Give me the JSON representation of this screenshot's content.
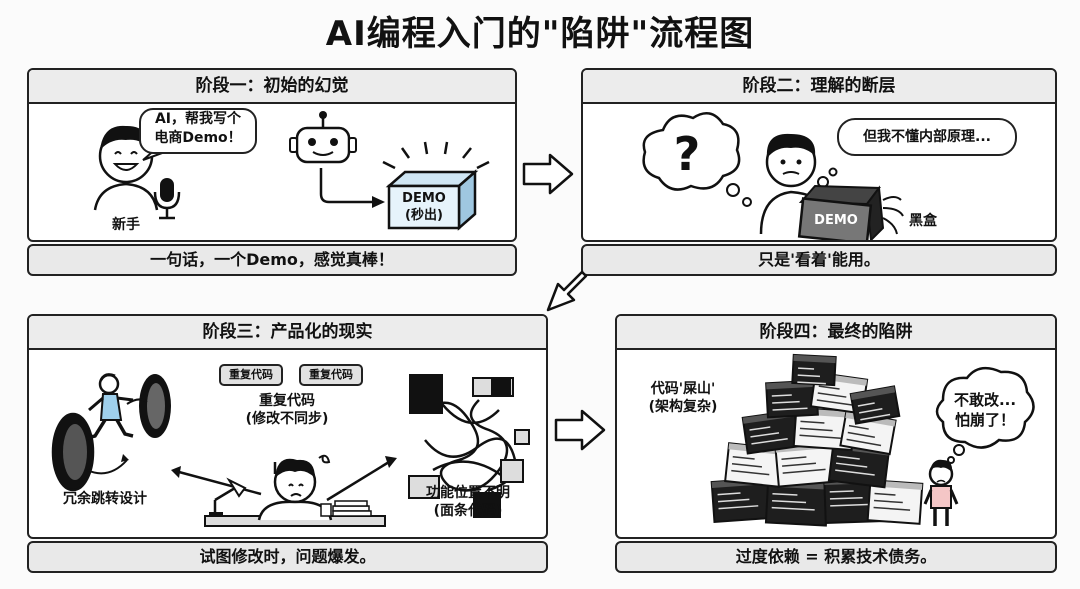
{
  "title": "AI编程入门的\"陷阱\"流程图",
  "stages": [
    {
      "header": "阶段一：初始的幻觉",
      "caption": "一句话，一个Demo，感觉真棒！",
      "bubble": [
        "AI，帮我写个",
        "电商Demo！"
      ],
      "user_label": "新手",
      "box_label": [
        "DEMO",
        "(秒出)"
      ]
    },
    {
      "header": "阶段二：理解的断层",
      "caption": "只是'看着'能用。",
      "thought": "但我不懂内部原理...",
      "box_label": "DEMO",
      "blackbox_label": "黑盒",
      "question_mark": "?"
    },
    {
      "header": "阶段三：产品化的现实",
      "caption": "试图修改时，问题爆发。",
      "chips": [
        "重复代码",
        "重复代码"
      ],
      "dup_label": [
        "重复代码",
        "(修改不同步)"
      ],
      "left_label": "冗余跳转设计",
      "right_label": [
        "功能位置不明",
        "(面条代码)"
      ]
    },
    {
      "header": "阶段四：最终的陷阱",
      "caption": "过度依赖 = 积累技术债务。",
      "pile_label": [
        "代码'屎山'",
        "(架构复杂)"
      ],
      "thought": [
        "不敢改...",
        "怕崩了！"
      ]
    }
  ]
}
